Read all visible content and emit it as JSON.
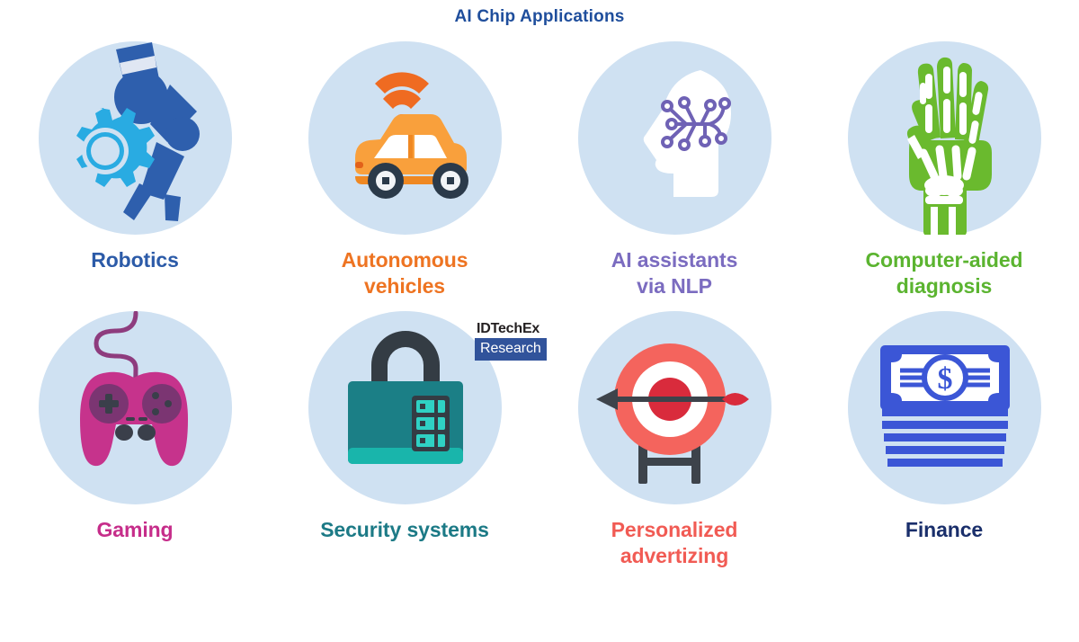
{
  "title": "AI Chip Applications",
  "theme": {
    "title_color": "#1f4e9c",
    "circle_bg": "#cfe1f2",
    "page_bg": "#ffffff"
  },
  "brand": {
    "wordmark": "IDTechEx",
    "sub": "Research",
    "sub_bg": "#31539b",
    "wordmark_color": "#231f20"
  },
  "items": [
    {
      "label": "Robotics",
      "label_lines": [
        "Robotics"
      ],
      "color": "#2c5ba8",
      "icon": "robot-arm-gear-icon"
    },
    {
      "label": "Autonomous vehicles",
      "label_lines": [
        "Autonomous",
        "vehicles"
      ],
      "color": "#ee7422",
      "icon": "connected-car-icon"
    },
    {
      "label": "AI assistants via NLP",
      "label_lines": [
        "AI assistants",
        "via NLP"
      ],
      "color": "#7b6cc0",
      "icon": "head-neural-network-icon"
    },
    {
      "label": "Computer-aided diagnosis",
      "label_lines": [
        "Computer-aided",
        "diagnosis"
      ],
      "color": "#5bb430",
      "icon": "hand-xray-icon"
    },
    {
      "label": "Gaming",
      "label_lines": [
        "Gaming"
      ],
      "color": "#c62d8a",
      "icon": "gamepad-icon"
    },
    {
      "label": "Security systems",
      "label_lines": [
        "Security systems"
      ],
      "color": "#1c7a86",
      "icon": "padlock-icon"
    },
    {
      "label": "Personalized advertizing",
      "label_lines": [
        "Personalized",
        "advertizing"
      ],
      "color": "#f15b54",
      "icon": "target-arrow-icon"
    },
    {
      "label": "Finance",
      "label_lines": [
        "Finance"
      ],
      "color": "#1a2f6b",
      "icon": "banknotes-icon"
    }
  ]
}
